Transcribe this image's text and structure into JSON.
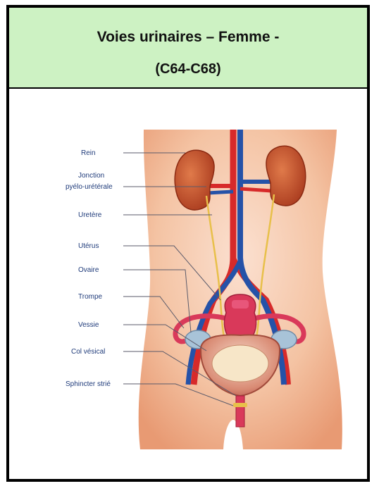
{
  "header": {
    "title": "Voies urinaires – Femme -",
    "subtitle": "(C64-C68)"
  },
  "labels": {
    "rein": "Rein",
    "jonction_1": "Jonction",
    "jonction_2": "pyélo-urétérale",
    "uretere": "Uretère",
    "uterus": "Utérus",
    "ovaire": "Ovaire",
    "trompe": "Trompe",
    "vessie": "Vessie",
    "col_vesical": "Col vésical",
    "sphincter": "Sphincter strié"
  },
  "colors": {
    "header_bg": "#cdf2c3",
    "skin": "#f3c09a",
    "artery": "#d72a2a",
    "vein": "#2552a8",
    "kidney": "#c1502c",
    "organ": "#d9395a",
    "label": "#1f3b7a"
  }
}
